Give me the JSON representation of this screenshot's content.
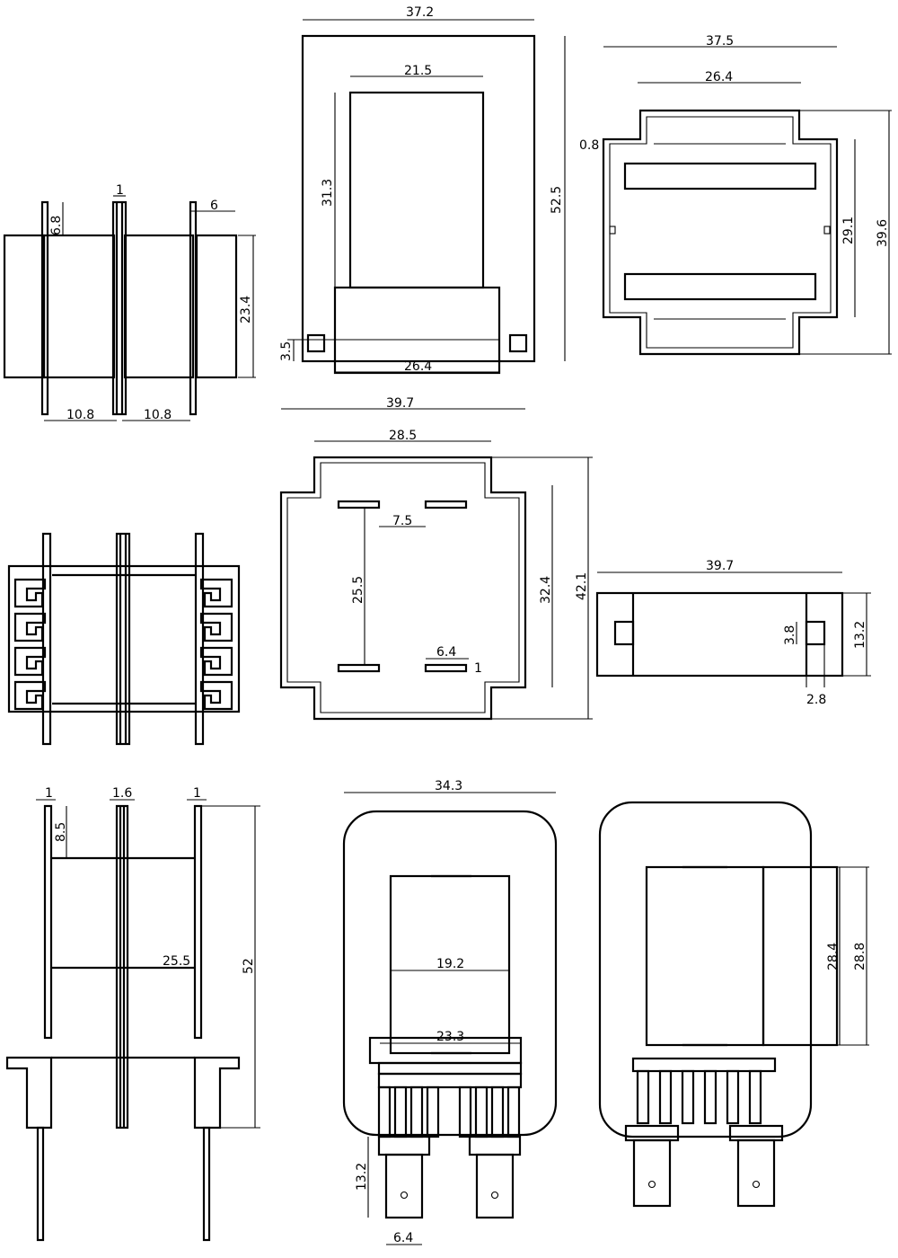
{
  "dims": {
    "v1_width": "37.2",
    "v1_inner_width": "21.5",
    "v1_height": "52.5",
    "v1_core_height": "31.3",
    "v1_base_width": "26.4",
    "v1_offset": "3.5",
    "v2_width": "37.5",
    "v2_inner_width": "26.4",
    "v2_wall": "0.8",
    "v2_inner_height": "29.1",
    "v2_height": "39.6",
    "b1_flange": "1",
    "b1_step": "6.8",
    "b1_lip": "6",
    "b1_height": "23.4",
    "b1_left": "10.8",
    "b1_right": "10.8",
    "v3_width": "39.7",
    "v3_inner_width": "28.5",
    "v3_gap": "7.5",
    "v3_pin_span": "25.5",
    "v3_inner_height": "32.4",
    "v3_height": "42.1",
    "v3_slot": "6.4",
    "v3_slot_thick": "1",
    "v4_width": "39.7",
    "v4_height": "13.2",
    "v4_pin_h": "3.8",
    "v4_pin_w": "2.8",
    "b3_left": "1",
    "b3_mid": "1.6",
    "b3_right": "1",
    "b3_step": "8.5",
    "b3_span": "25.5",
    "b3_height": "52",
    "v5_width": "34.3",
    "v5_core": "19.2",
    "v5_base": "23.3",
    "v5_tab_h": "13.2",
    "v5_tab_w": "6.4",
    "v6_inner": "28.4",
    "v6_outer": "28.8"
  }
}
